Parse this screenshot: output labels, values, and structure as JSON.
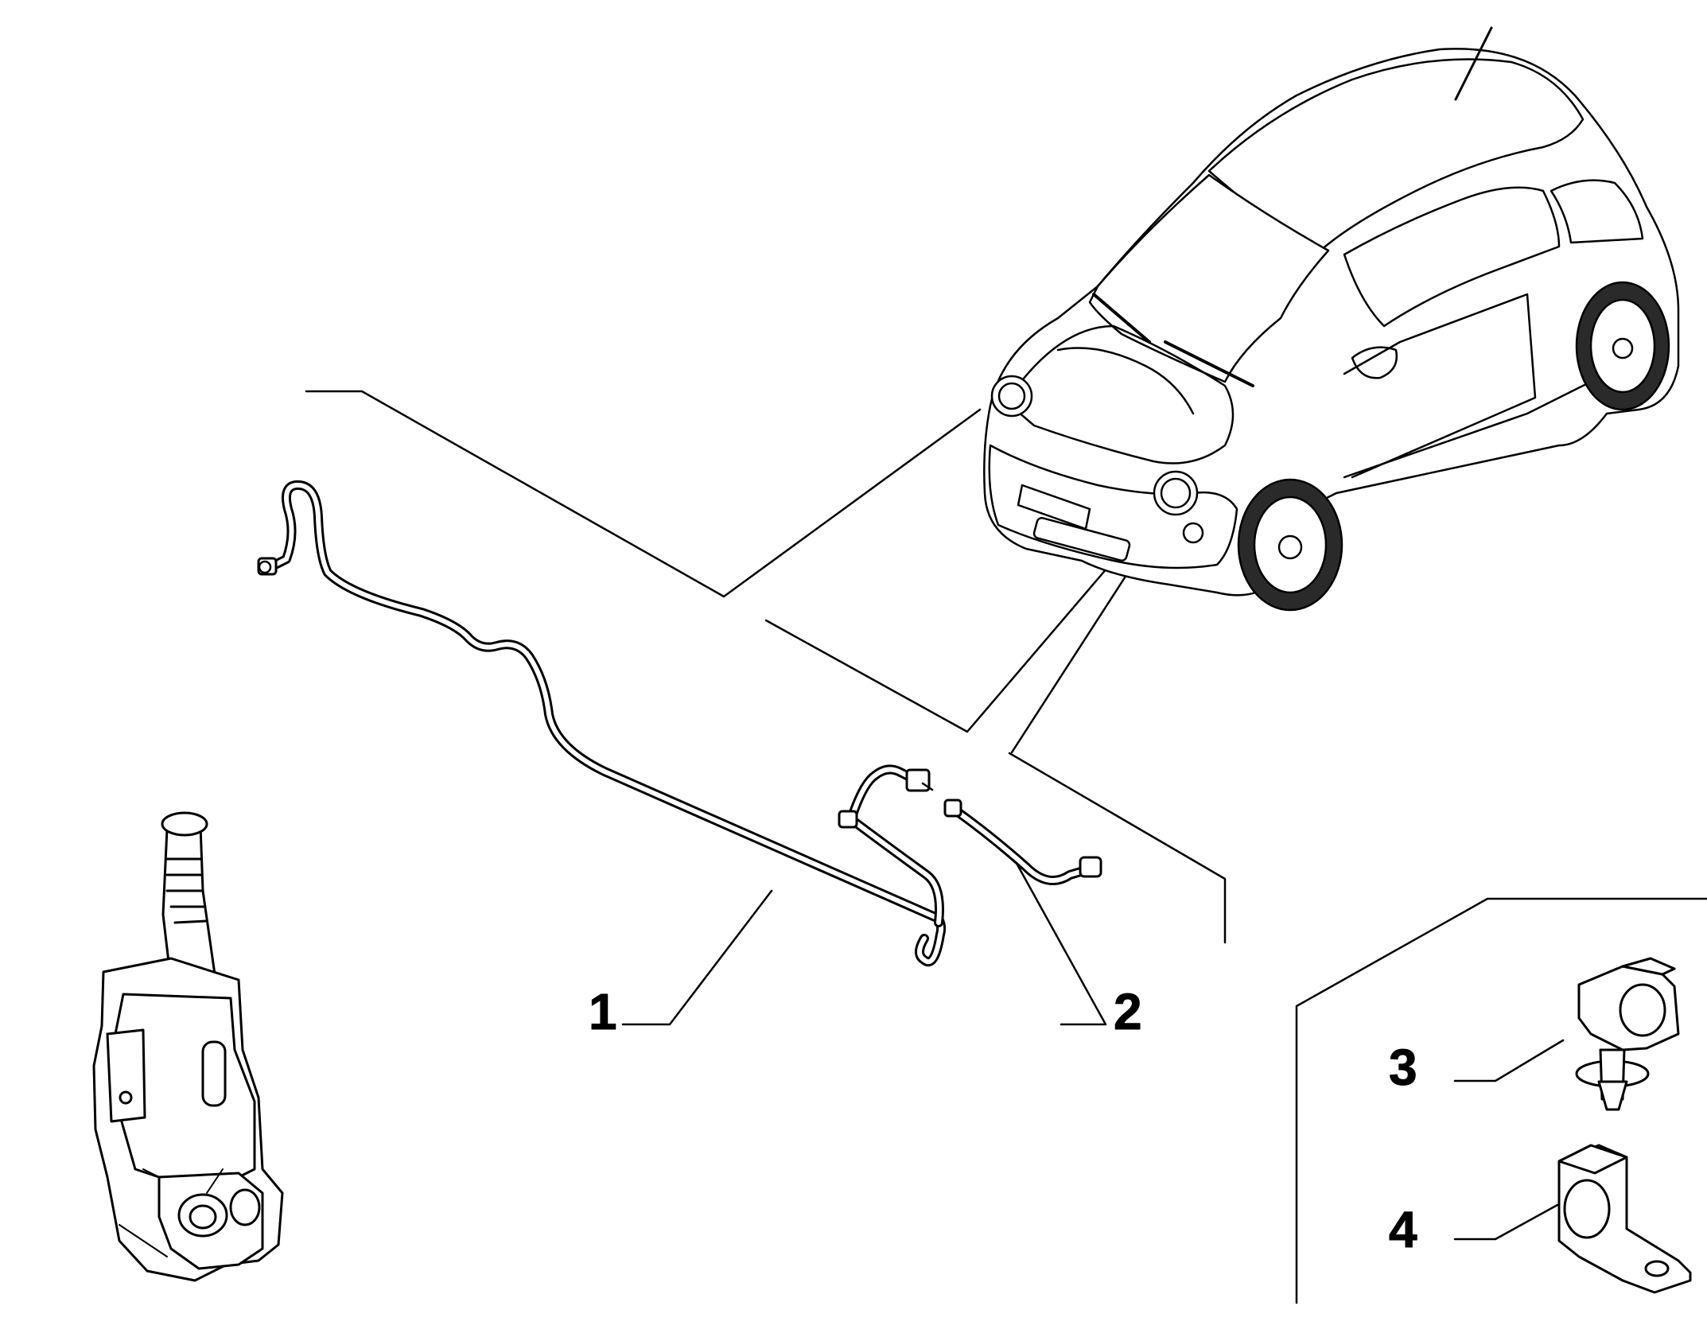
{
  "callouts": [
    {
      "label": "1",
      "part": "hose"
    },
    {
      "label": "2",
      "part": "hose"
    },
    {
      "label": "3",
      "part": "clip"
    },
    {
      "label": "4",
      "part": "bracket"
    }
  ],
  "colors": {
    "background": "#ffffff",
    "line": "#000000",
    "shade": "#2a2a2a"
  }
}
